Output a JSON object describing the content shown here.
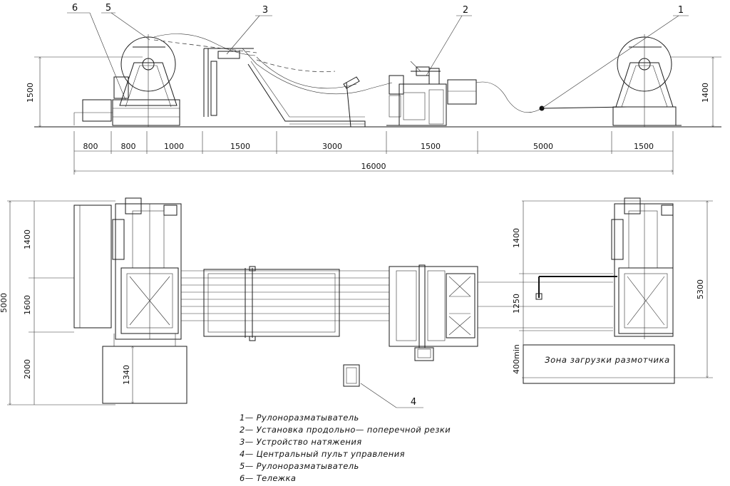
{
  "callouts": [
    "1",
    "2",
    "3",
    "4",
    "5",
    "6"
  ],
  "top_dims": [
    "800",
    "800",
    "1000",
    "1500",
    "3000",
    "1500",
    "5000",
    "1500"
  ],
  "total_dim": "16000",
  "height_left": "1500",
  "height_right": "1400",
  "plan_left_dims": [
    "1400",
    "1600",
    "2000"
  ],
  "overall_left": "5000",
  "plan_1340": "1340",
  "plan_right_dims": [
    "1400",
    "1250",
    "400min"
  ],
  "overall_right": "5300",
  "zone_label": "Зона загрузки размотчика",
  "legend": [
    "1— Рулоноразматыватель",
    "2— Установка продольно— поперечной резки",
    "3— Устройство натяжения",
    "4— Центральный пульт управления",
    "5— Рулоноразматыватель",
    "6— Тележка"
  ]
}
